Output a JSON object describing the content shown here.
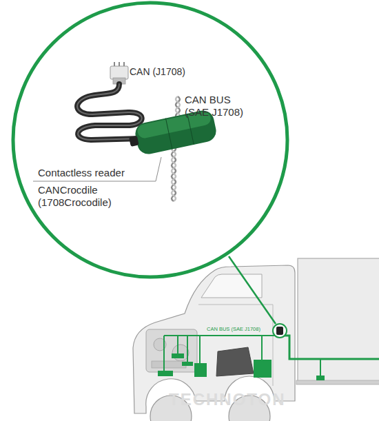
{
  "diagram": {
    "labels": [
      "CAN (J1708)",
      "CAN BUS (SAE J1708)",
      "Contactless reader",
      "CANCrocdile (1708Crocodile)",
      "CAN BUS (SAE J1708)",
      "TECHNOTON"
    ]
  }
}
